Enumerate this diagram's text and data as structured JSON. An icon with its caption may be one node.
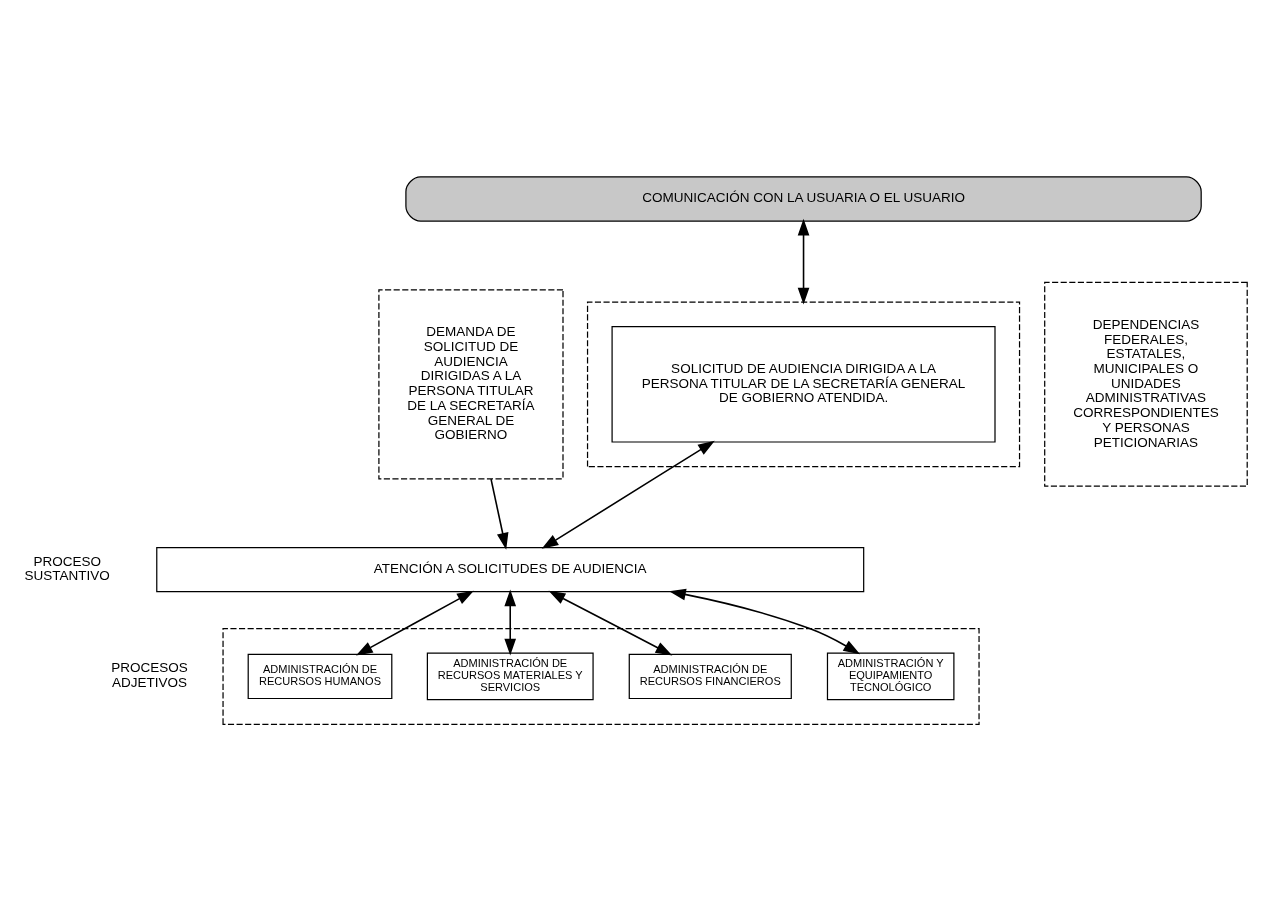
{
  "diagram": {
    "nodes": [
      {
        "text": [
          "COMUNICACIÓN CON LA USUARIA O EL USUARIO"
        ]
      },
      {
        "text": [
          "DEMANDA DE SOLICITUD DE AUDIENCIA DIRIGIDAS A LA PERSONA TITULAR DE LA SECRETARÍA GENERAL DE GOBIERNO"
        ]
      },
      {
        "text": [],
        "shape": "box"
      },
      {
        "text": [
          "SOLICITUD DE AUDIENCIA DIRIGIDA A LA PERSONA TITULAR DE LA SECRETARÍA GENERAL DE GOBIERNO ATENDIDA."
        ],
        "in": 2
      },
      {
        "text": [
          "DEPENDENCIAS FEDERALES, ESTATALES, MUNICIPALES O UNIDADES ADMINISTRATIVAS CORRESPONDIENTES Y PERSONAS PETICIONARIAS"
        ]
      },
      {
        "text": [
          "ATENCIÓN A SOLICITUDES DE AUDIENCIA"
        ],
        "beside": [
          "PROCESO SUSTANTIVO"
        ]
      },
      {
        "text": [],
        "shape": "box",
        "beside": [
          "PROCESOS ADJETIVOS"
        ]
      },
      {
        "text": [
          "ADMINISTRACIÓN DE RECURSOS HUMANOS"
        ],
        "in": 6
      },
      {
        "text": [
          "ADMINISTRACIÓN DE RECURSOS MATERIALES Y SERVICIOS"
        ],
        "in": 6
      },
      {
        "text": [
          "ADMINISTRACIÓN DE RECURSOS FINANCIEROS"
        ],
        "in": 6
      },
      {
        "text": [
          "ADMINISTRACIÓN Y EQUIPAMIENTO TECNOLÓGICO"
        ],
        "in": 6
      }
    ],
    "edges": [
      {
        "from": 0,
        "to": 2,
        "arrow": "both"
      },
      {
        "from": 1,
        "to": 5,
        "arrow": "to"
      },
      {
        "from": 3,
        "to": 5,
        "arrow": "both"
      },
      {
        "from": 5,
        "to": 7,
        "arrow": "both"
      },
      {
        "from": 5,
        "to": 8,
        "arrow": "both"
      },
      {
        "from": 5,
        "to": 9,
        "arrow": "both"
      },
      {
        "from": 5,
        "to": 10,
        "arrow": "both"
      }
    ]
  }
}
